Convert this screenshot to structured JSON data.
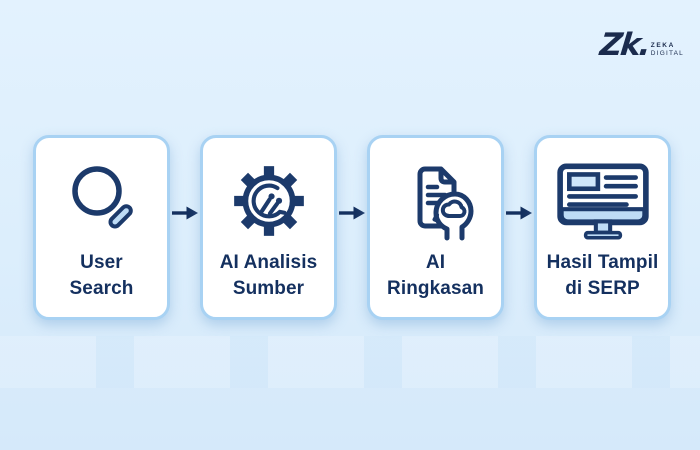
{
  "logo": {
    "mark": "Zk.",
    "line1": "ZEKA",
    "line2": "DIGITAL",
    "color": "#1b2b4d"
  },
  "flow": {
    "steps": [
      {
        "icon": "search-icon",
        "label_line1": "User",
        "label_line2": "Search"
      },
      {
        "icon": "gear-analysis-icon",
        "label_line1": "AI Analisis",
        "label_line2": "Sumber"
      },
      {
        "icon": "document-brain-icon",
        "label_line1": "AI",
        "label_line2": "Ringkasan"
      },
      {
        "icon": "serp-monitor-icon",
        "label_line1": "Hasil Tampil",
        "label_line2": "di SERP"
      }
    ]
  },
  "colors": {
    "background_top": "#e3f2fe",
    "background_bottom": "#d5e9fa",
    "card_background": "#ffffff",
    "card_border": "#a8d2f3",
    "icon_stroke": "#1c3a6b",
    "icon_light_fill": "#bedcf6",
    "label_text": "#14305f",
    "arrow": "#14305f",
    "logo_navy": "#1b2b4d"
  }
}
